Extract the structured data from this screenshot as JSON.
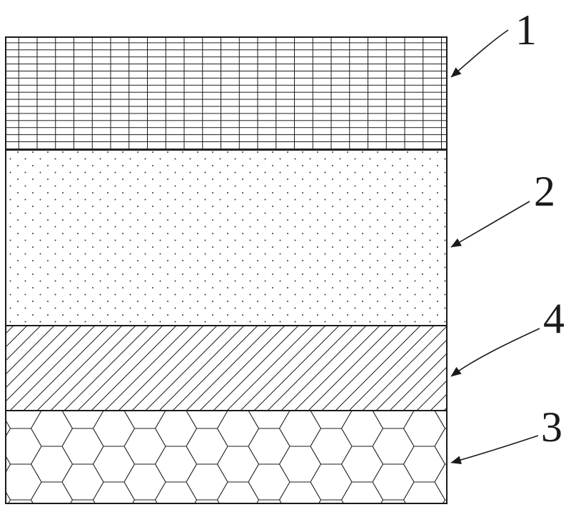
{
  "figure": {
    "background_color": "#ffffff",
    "line_color": "#1a1a1a"
  },
  "layers": [
    {
      "callout": "1",
      "pattern": "grid-hatch"
    },
    {
      "callout": "2",
      "pattern": "dot-stipple"
    },
    {
      "callout": "4",
      "pattern": "diagonal-hatch"
    },
    {
      "callout": "3",
      "pattern": "honeycomb-hatch"
    }
  ]
}
